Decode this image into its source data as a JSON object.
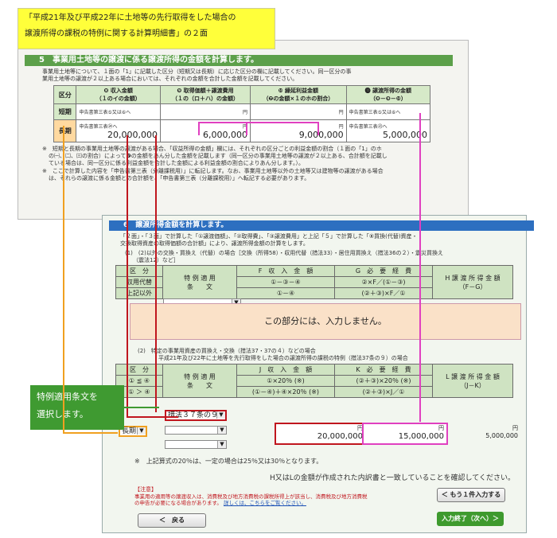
{
  "callout_title": {
    "line1": "「平成21年及び平成22年に土地等の先行取得をした場合の",
    "line2": "譲渡所得の課税の特例に関する計算明細書」の２面"
  },
  "section5": {
    "heading": "5　事業用土地等の譲渡に係る譲渡所得の金額を計算します。",
    "intro1": "事業用土地等について、１面の「1」に記載した区分（短期又は長期）に応じた区分の欄に記載してください。同一区分の事",
    "intro2": "業用土地等の譲渡が２以上ある場合においては、それぞれの金額を合計した金額を記載してください。",
    "col_kubun": "区分",
    "col8": "❽ 収入金額\n（１のイの金額）",
    "col9": "❾ 取得価額＋譲渡費用\n（１の（ロ＋ハ）の金額）",
    "col10": "❿ 繰延利益金額\n（❼の金額×１のホの割合）",
    "col11": "⓫ 譲渡所得の金額\n（❽－❾－❿）",
    "row_short": "短期",
    "row_long": "長期",
    "short_ref": "申告書第三表⑤又は⑥へ",
    "long_ref": "申告書第三表㉔へ",
    "long_ref2": "申告書第三表㉓へ",
    "yen": "円",
    "long_income": "20,000,000",
    "long_cost": "6,000,000",
    "long_deferred": "9,000,000",
    "long_result": "5,000,000",
    "note1": "※　短期と長期の事業用土地等の譲渡がある場合、「収益所得の金額」欄には、それぞれの区分ごとの利益金額の割合（１面の「1」のホ",
    "note2": "の㈠、㈡、㈢の割合）によって❼の金額をあん分した金額を記載します（同一区分の事業用土地等の譲渡が２以上ある、合計額を記載し",
    "note3": "ている場合は、同一区分に係る利益金額を合計した金額による利益金額の割合によりあん分します。）。",
    "note4": "※　ここで計算した内容を「申告書第三表（分離課税用）」に転記します。なお、事業用土地等以外の土地等又は建物等の譲渡がある場合",
    "note5": "は、それらの譲渡に係る金額との合計額を、「申告書第三表（分離課税用）」へ転記する必要があります。"
  },
  "section6": {
    "heading": "6　譲渡所得金額を計算します。",
    "intro1": "「２面」・「３面」で計算した「①譲渡価額」、「②取得費」、「③譲渡費用」と上記「５」で計算した「⑧買換(代替)資産・",
    "intro2": "交換取得資産の取得価額の合計額」により、譲渡所得金額の計算をします。",
    "sub1": "(1)　(2)以外の交換・買換え（代替）の場合［交換（所得58）・収用代替（措法33）・居住用買換え（措法36の２）・震災買換え",
    "sub1b": "（震法12）など］",
    "t1_kubun": "区　分",
    "t1_r1": "収用代替",
    "t1_r2": "上記以外",
    "t1_joubun": "特 例 適 用\n条　　文",
    "t1_F": "F　収　入　金　額",
    "t1_F1": "①－③－④",
    "t1_F2": "①－④",
    "t1_G": "G　必　要　経　費",
    "t1_G1": "②×F／(①－③)",
    "t1_G2": "(②＋③)×F／①",
    "t1_H": "H 譲 渡 所 得 金 額\n（F－G）",
    "cover_text": "この部分には、入力しません。",
    "sub2": "(2)　特定の事業用資産の買換え・交換（措法37・37の４）などの場合",
    "sub2b": "平成21年及び22年に土地等を先行取得をした場合の譲渡所得の課税の特例（措法37条の９）の場合",
    "t2_kubun": "区　分",
    "t2_r1": "① ≦ ④",
    "t2_r2": "① ＞ ④",
    "t2_joubun": "特 例 適 用\n条　　文",
    "t2_J": "J　収　入　金　額",
    "t2_J1": "①×20％ (※)",
    "t2_J2": "(①－④)＋④×20％ (※)",
    "t2_K": "K　必　要　経　費",
    "t2_K1": "(②＋③)×20％ (※)",
    "t2_K2": "(②＋③)×J／①",
    "t2_L": "L 譲 渡 所 得 金 額\n（J－K）",
    "select_joubun": "措法３７条の９",
    "select_kubun": "長期",
    "yen": "円",
    "J_value": "20,000,000",
    "K_value": "15,000,000",
    "L_value": "5,000,000",
    "footnote": "※　上記算式の20％は、一定の場合は25％又は30％となります。",
    "confirm": "H又はLの金額が作成された内訳書と一致していることを確認してください。",
    "attention_title": "【注意】",
    "attention1": "事業用の適用等の譲渡収入は、消費税及び地方消費税の課税所得上が該当し、消費税及び地方消費税",
    "attention2": "の申告が必要になる場合があります。",
    "attention_link": "詳しくは、こちらをご覧ください。",
    "btn_next_one": "＜ もう１件入力する",
    "btn_back": "＜　戻る",
    "btn_finish": "入力終了（次へ）＞"
  },
  "callout_green": {
    "line1": "特例適用条文を",
    "line2": "選択します。"
  },
  "colors": {
    "red": "#c0161e",
    "magenta": "#e040c0",
    "orange": "#f0a020",
    "green": "#3f9a31",
    "yellow": "#ffff3a"
  }
}
